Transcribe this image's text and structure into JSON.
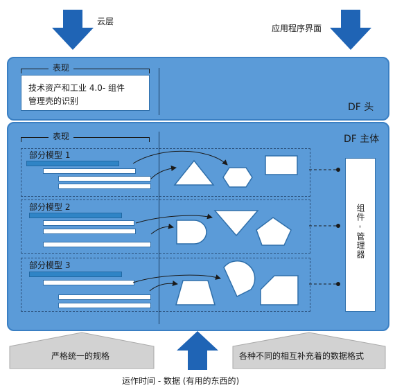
{
  "top": {
    "cloud_label": "云层",
    "app_label": "应用程序界面"
  },
  "df_head": {
    "title": "DF 头",
    "repr_label": "表现",
    "box_text_line1": "技术资产和工业 4.0- 组件",
    "box_text_line2": "管理壳的识别"
  },
  "df_body": {
    "title": "DF 主体",
    "repr_label": "表现",
    "sections": [
      {
        "label": "部分模型 1"
      },
      {
        "label": "部分模型 2"
      },
      {
        "label": "部分模型 3"
      }
    ],
    "manager_label": "组件 - 管理器"
  },
  "bottom": {
    "left_label": "严格统一的规格",
    "right_label": "各种不同的相互补充着的数据格式",
    "runtime_label": "运作时间 - 数据 (有用的东西的)"
  },
  "colors": {
    "panel": "#5b9bd8",
    "arrow": "#1f64b5",
    "bar": "#2f84c6",
    "grey": "#d2d2d2"
  }
}
